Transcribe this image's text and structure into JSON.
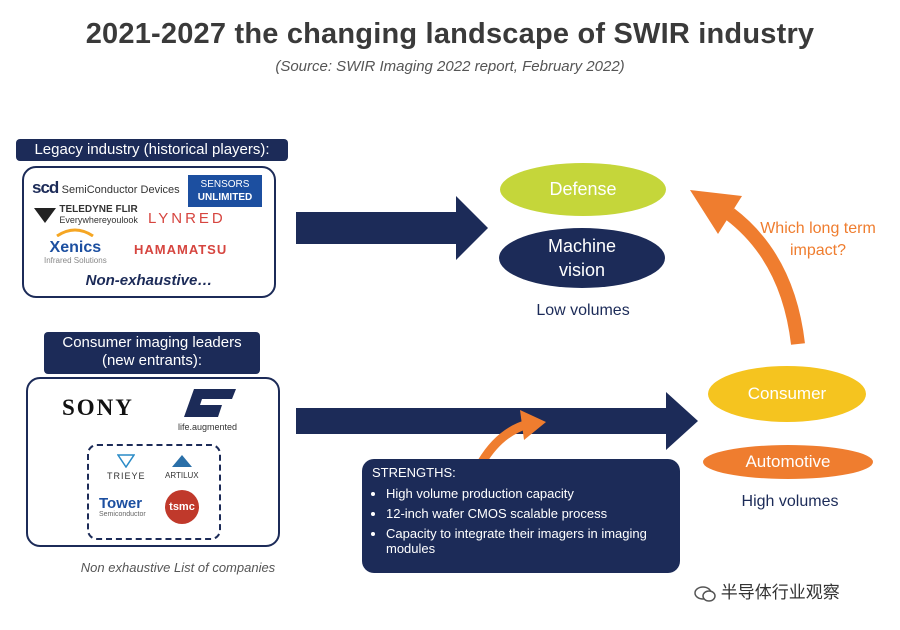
{
  "title": "2021-2027 the changing landscape of SWIR industry",
  "subtitle": "(Source: SWIR Imaging 2022 report, February 2022)",
  "legacy": {
    "label": "Legacy industry (historical players):",
    "logos": {
      "scd_mark": "scd",
      "scd": "SemiConductor Devices",
      "sensors1": "SENSORS",
      "sensors2": "UNLIMITED",
      "teledyne1": "TELEDYNE FLIR",
      "teledyne2": "Everywhereyoulook",
      "lynred": "LYNRED",
      "xenics1": "Xenics",
      "xenics2": "Infrared Solutions",
      "hamamatsu": "HAMAMATSU"
    },
    "note": "Non-exhaustive…"
  },
  "consumer_leaders": {
    "label_line1": "Consumer imaging leaders",
    "label_line2": "(new entrants):",
    "logos": {
      "sony": "SONY",
      "st_tagline": "life.augmented",
      "trieye": "TRIEYE",
      "artilux": "ARTILUX",
      "tower": "Tower",
      "tower_sub": "Semiconductor",
      "tsmc": "tsmc"
    },
    "note": "Non exhaustive List of companies"
  },
  "markets_low": {
    "defense": "Defense",
    "machine_line1": "Machine",
    "machine_line2": "vision",
    "volumes": "Low volumes"
  },
  "markets_high": {
    "consumer": "Consumer",
    "automotive": "Automotive",
    "volumes": "High volumes"
  },
  "question_line1": "Which long term",
  "question_line2": "impact?",
  "strengths": {
    "heading": "STRENGTHS:",
    "items": [
      "High volume production capacity",
      "12-inch wafer CMOS scalable process",
      "Capacity to integrate their imagers in imaging modules"
    ]
  },
  "watermark": "半导体行业观察",
  "colors": {
    "navy": "#1c2b58",
    "green": "#c5d63a",
    "yellow": "#f5c41f",
    "orange": "#ef7d2f"
  }
}
